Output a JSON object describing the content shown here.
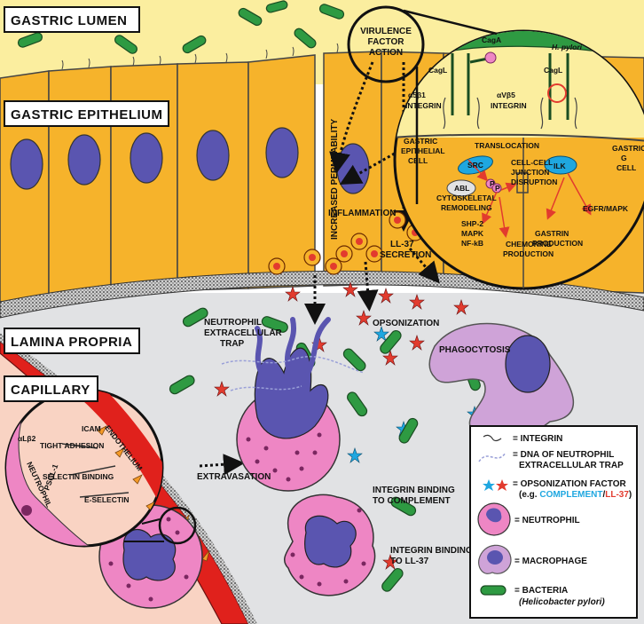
{
  "regions": {
    "lumen": "GASTRIC LUMEN",
    "epithelium": "GASTRIC EPITHELIUM",
    "lamina": "LAMINA PROPRIA",
    "capillary": "CAPILLARY"
  },
  "process_labels": {
    "virulence_1": "VIRULENCE",
    "virulence_2": "FACTOR",
    "virulence_3": "ACTION",
    "permeability": "INCREASED PERMEABILITY",
    "inflammation": "INFLAMMATION",
    "ll37_1": "LL-37",
    "ll37_2": "SECRETION",
    "net_1": "NEUTROPHIL",
    "net_2": "EXTRACELLULAR",
    "net_3": "TRAP",
    "opsonization": "OPSONIZATION",
    "phagocytosis": "PHAGOCYTOSIS",
    "extravasation": "EXTRAVASATION",
    "ib_comp_1": "INTEGRIN BINDING",
    "ib_comp_2": "TO COMPLEMENT",
    "ib_ll_1": "INTEGRIN BINDING",
    "ib_ll_2": "TO LL-37"
  },
  "zoom_upper": {
    "caga": "CagA",
    "hpylori": "H. pylori",
    "cagl_left": "CagL",
    "cagl_right": "CagL",
    "a5b1_1": "α5β1",
    "a5b1_2": "INTEGRIN",
    "avb5_1": "αVβ5",
    "avb5_2": "INTEGRIN",
    "gec_1": "GASTRIC",
    "gec_2": "EPITHELIAL",
    "gec_3": "CELL",
    "translocation": "TRANSLOCATION",
    "src": "SRC",
    "abl": "ABL",
    "ilk": "ILK",
    "ccj_1": "CELL-CELL",
    "ccj_2": "JUNCTION",
    "ccj_3": "DISRUPTION",
    "gastric_g_1": "GASTRIC",
    "gastric_g_2": "G",
    "gastric_g_3": "CELL",
    "cyto_1": "CYTOSKELETAL",
    "cyto_2": "REMODELING",
    "egfr": "EGFR/MAPK",
    "shp_1": "SHP-2",
    "shp_2": "MAPK",
    "shp_3": "NF-kB",
    "chemo_1": "CHEMOKINE",
    "chemo_2": "PRODUCTION",
    "gastrin_1": "GASTRIN",
    "gastrin_2": "PRODUCTION",
    "p1": "P",
    "p2": "P"
  },
  "zoom_lower": {
    "icam": "ICAM",
    "tight": "TIGHT ADHESION",
    "a1b2": "αLβ2",
    "endothelium": "ENDOTHELIUM",
    "selectin_binding": "SELECTIN BINDING",
    "psgl": "PSGL-1",
    "eselectin": "E-SELECTIN",
    "neutrophil": "NEUTROPHIL"
  },
  "legend": {
    "integrin": "= INTEGRIN",
    "dna_1": "= DNA OF NEUTROPHIL",
    "dna_2": "EXTRACELLULAR TRAP",
    "opson_1": "= OPSONIZATION FACTOR",
    "opson_pre": "(e.g. ",
    "opson_comp": "COMPLEMENT",
    "opson_slash": "/",
    "opson_ll": "LL-37",
    "opson_post": ")",
    "neutrophil": "= NEUTROPHIL",
    "macrophage": "= MACROPHAGE",
    "bacteria_1": "= BACTERIA",
    "bacteria_2": "(Helicobacter pylori)"
  },
  "colors": {
    "lumen": "#fbee9f",
    "epithelium": "#f6b32b",
    "nucleus": "#5a55b0",
    "lamina": "#e1e2e4",
    "capillary": "#f9d3c3",
    "vessel": "#e0211c",
    "neutrophil": "#ee86c4",
    "macrophage": "#cfa3d8",
    "bacteria": "#2e9a42",
    "complement": "#1fa7e0",
    "ll37": "#e23b2e",
    "membrane": "#555555"
  }
}
